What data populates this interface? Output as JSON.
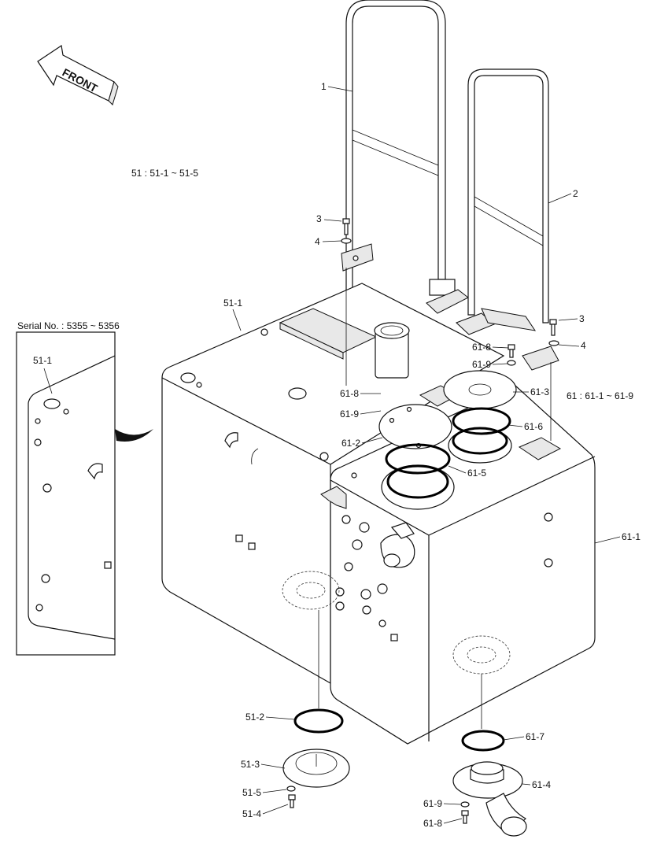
{
  "front_label": "FRONT",
  "group_notes": {
    "g51": "51 : 51-1 ~ 51-5",
    "g61": "61 : 61-1 ~ 61-9"
  },
  "serial_label": "Serial No. : 5355 ~ 5356",
  "callouts": {
    "c1": "1",
    "c2": "2",
    "c3a": "3",
    "c3b": "3",
    "c4a": "4",
    "c4b": "4",
    "c51_1": "51-1",
    "c51_1_inset": "51-1",
    "c51_2": "51-2",
    "c51_3": "51-3",
    "c51_4": "51-4",
    "c51_5": "51-5",
    "c61_1": "61-1",
    "c61_2": "61-2",
    "c61_3": "61-3",
    "c61_4": "61-4",
    "c61_5": "61-5",
    "c61_6": "61-6",
    "c61_7": "61-7",
    "c61_8a": "61-8",
    "c61_8b": "61-8",
    "c61_8c": "61-8",
    "c61_9a": "61-9",
    "c61_9b": "61-9",
    "c61_9c": "61-9"
  }
}
